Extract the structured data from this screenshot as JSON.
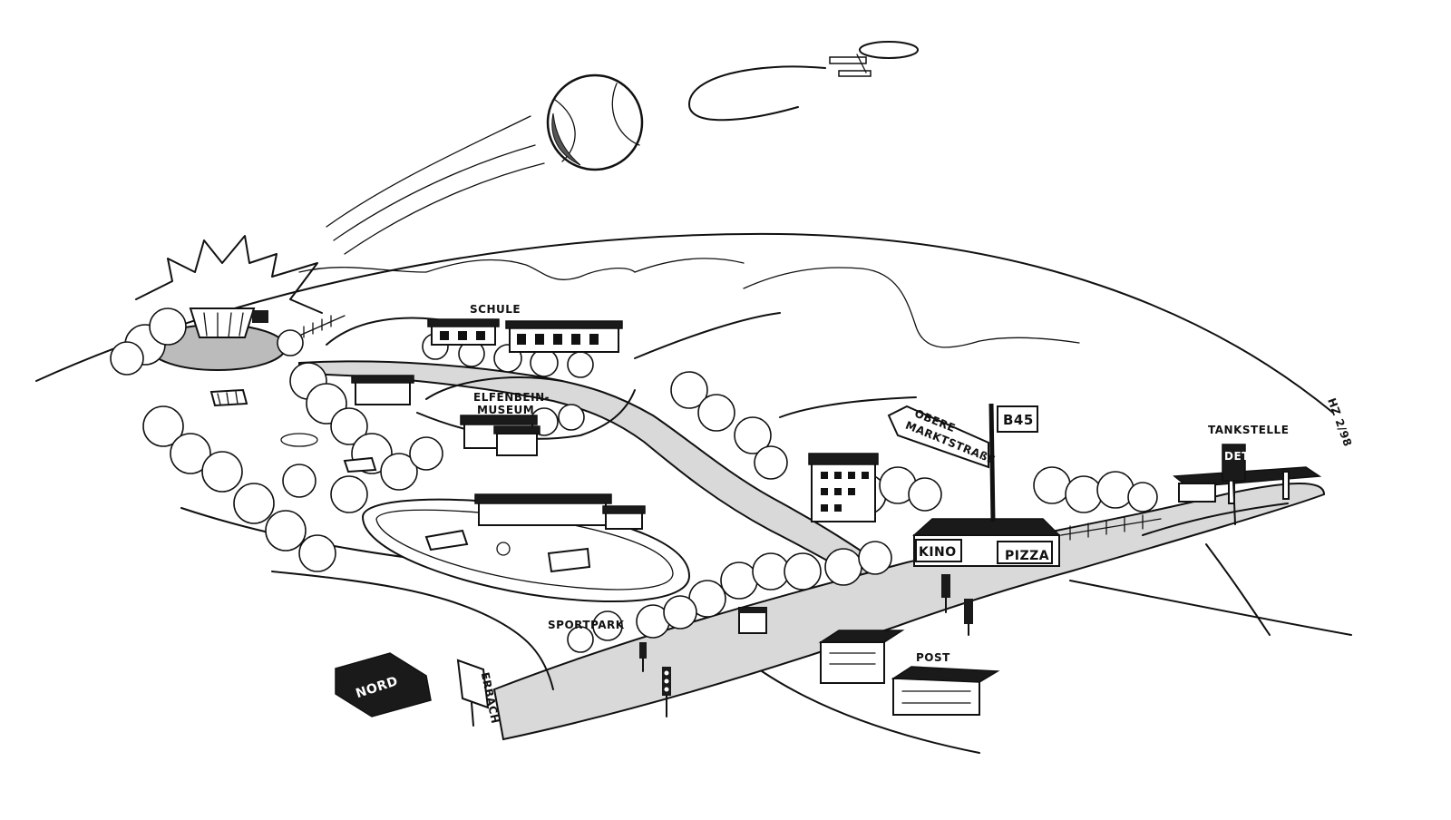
{
  "labels": {
    "schule": "SCHULE",
    "museum_line1": "ELFENBEIN-",
    "museum_line2": "MUSEUM",
    "sportpark": "SPORTPARK",
    "kino": "KINO",
    "pizza": "PIZZA",
    "post": "POST",
    "tankstelle": "TANKSTELLE",
    "tankstelle_sign": "DET",
    "b45": "B45",
    "obere": "OBERE",
    "marktstrasse": "MARKTSTRAßE",
    "nord": "NORD",
    "erbach": "ERBACH",
    "signature": "HZ 2/98"
  },
  "colors": {
    "ink": "#111111",
    "paper": "#ffffff",
    "road": "#d9d9d9",
    "roof": "#1a1a1a"
  }
}
